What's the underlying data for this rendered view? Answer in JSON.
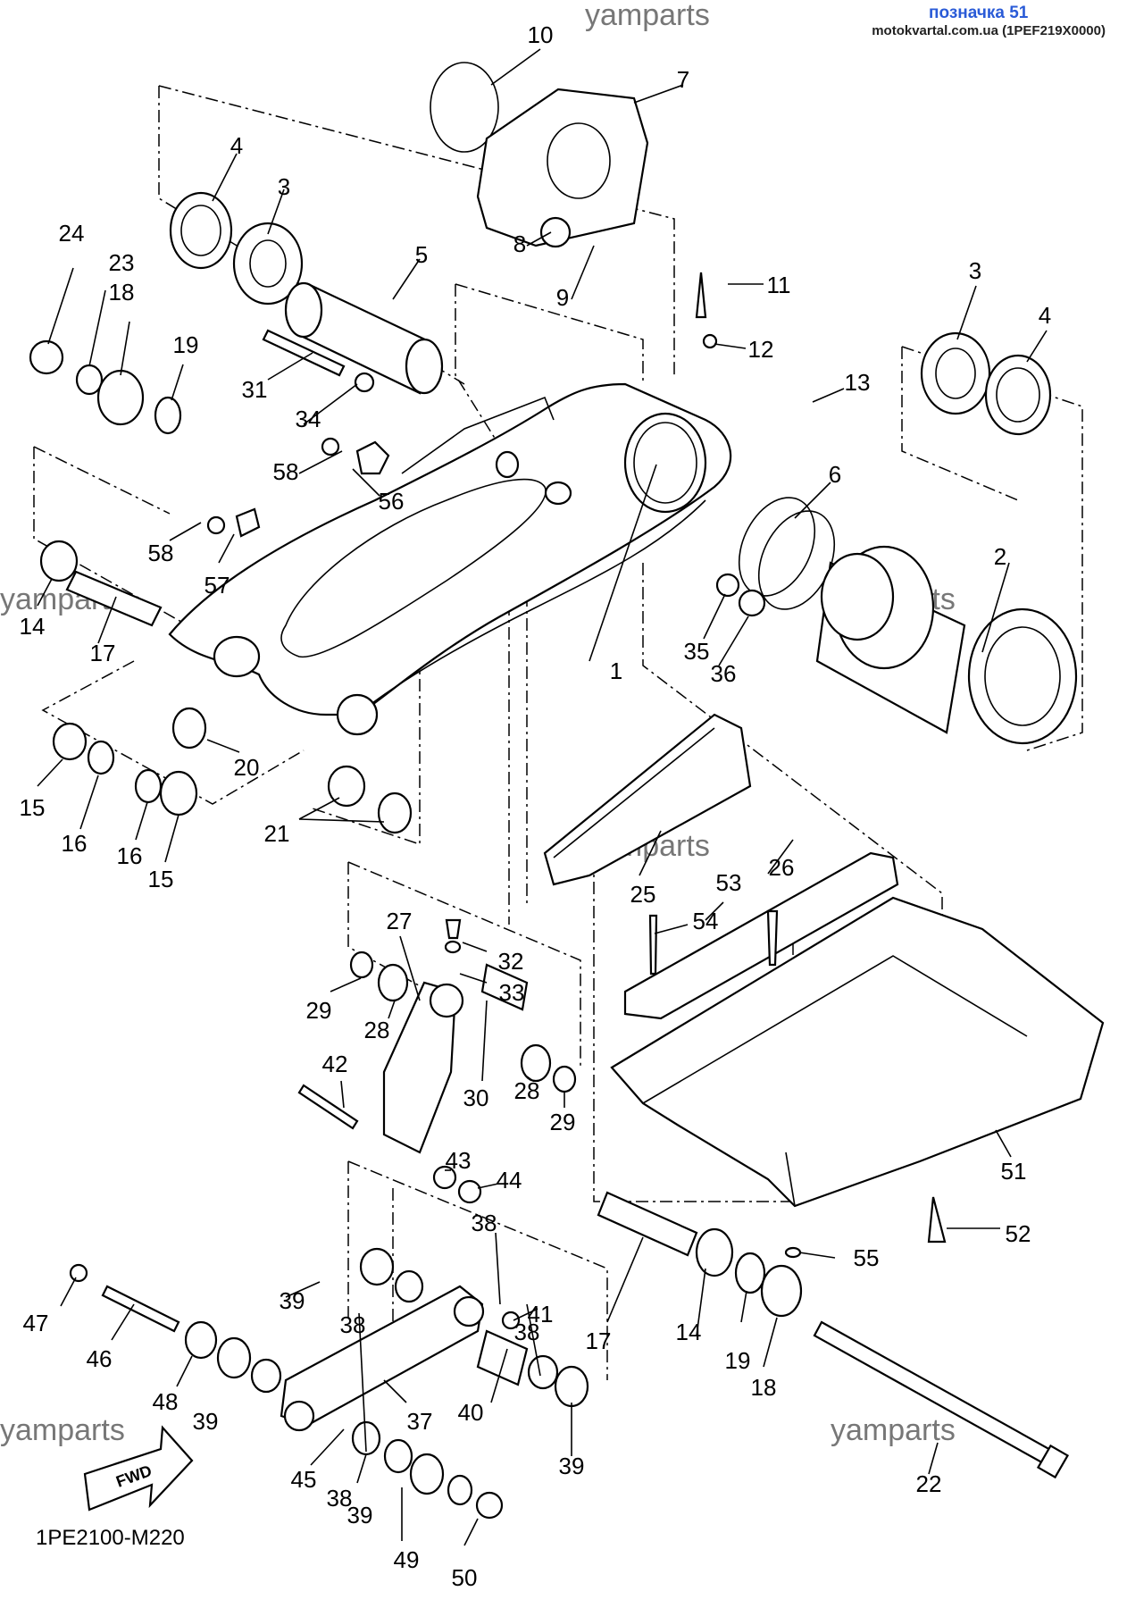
{
  "header": {
    "title": "позначка 51",
    "subtitle": "motokvartal.com.ua (1PEF219X0000)"
  },
  "watermark": "yamparts",
  "diagram_code": "1PE2100-M220",
  "fwd_label": "FWD",
  "callouts": [
    "1",
    "2",
    "3",
    "3",
    "4",
    "4",
    "5",
    "6",
    "7",
    "8",
    "9",
    "10",
    "11",
    "12",
    "13",
    "14",
    "14",
    "15",
    "15",
    "16",
    "16",
    "17",
    "17",
    "18",
    "18",
    "19",
    "19",
    "20",
    "21",
    "22",
    "23",
    "24",
    "25",
    "26",
    "27",
    "28",
    "28",
    "29",
    "29",
    "30",
    "31",
    "32",
    "33",
    "34",
    "35",
    "36",
    "37",
    "38",
    "38",
    "38",
    "38",
    "39",
    "39",
    "39",
    "39",
    "40",
    "41",
    "42",
    "43",
    "44",
    "45",
    "46",
    "47",
    "48",
    "49",
    "50",
    "51",
    "52",
    "53",
    "54",
    "55",
    "56",
    "57",
    "58",
    "58"
  ]
}
